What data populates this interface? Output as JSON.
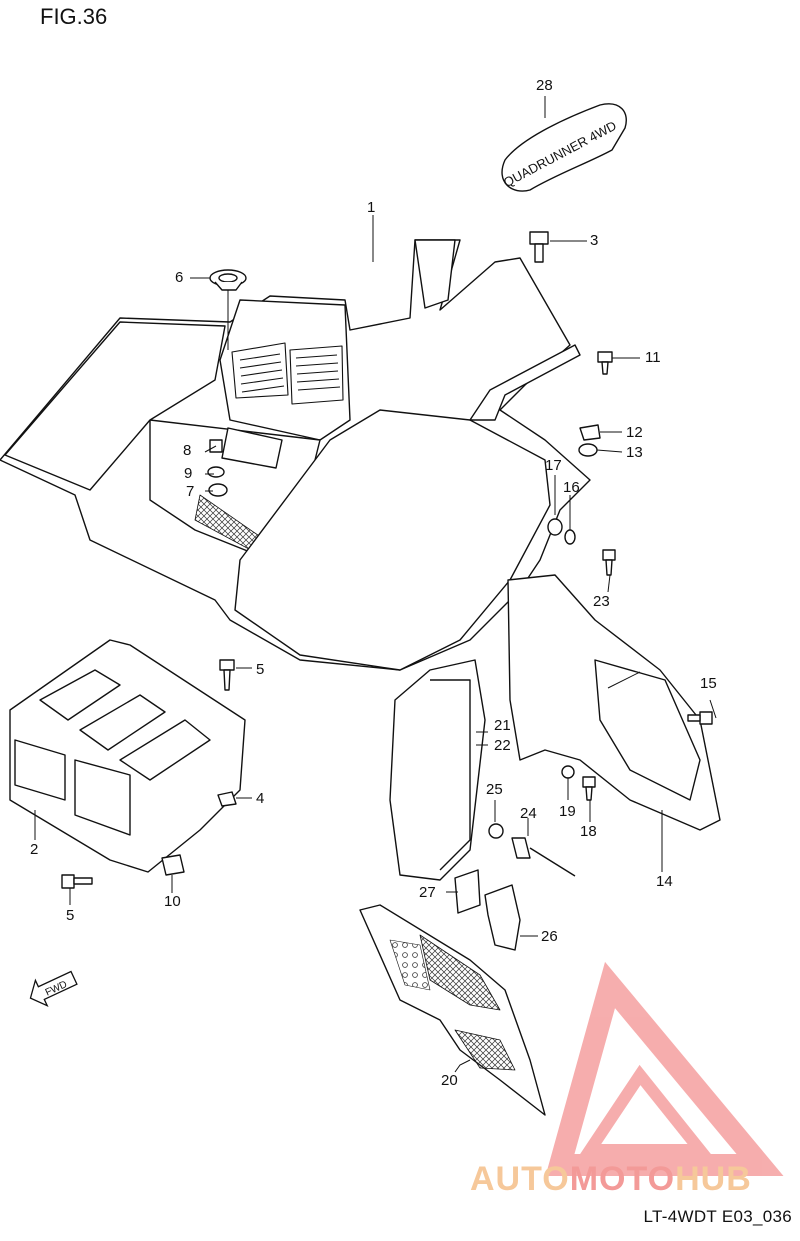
{
  "figure": {
    "title": "FIG.36",
    "code": "LT-4WDT E03_036"
  },
  "fwd_label": "FWD",
  "emblem_text": "QUADRUNNER 4WD",
  "watermark": {
    "part1": "AUTO",
    "part2": "MOTO",
    "part3": "HUB",
    "color_orange": "#f6c89a",
    "color_pink": "#f39a98"
  },
  "parts": [
    {
      "id": "p1",
      "label": "1"
    },
    {
      "id": "p2",
      "label": "2"
    },
    {
      "id": "p3",
      "label": "3"
    },
    {
      "id": "p4",
      "label": "4"
    },
    {
      "id": "p5a",
      "label": "5"
    },
    {
      "id": "p5b",
      "label": "5"
    },
    {
      "id": "p6",
      "label": "6"
    },
    {
      "id": "p7",
      "label": "7"
    },
    {
      "id": "p8",
      "label": "8"
    },
    {
      "id": "p9",
      "label": "9"
    },
    {
      "id": "p10",
      "label": "10"
    },
    {
      "id": "p11",
      "label": "11"
    },
    {
      "id": "p12",
      "label": "12"
    },
    {
      "id": "p13",
      "label": "13"
    },
    {
      "id": "p14",
      "label": "14"
    },
    {
      "id": "p15",
      "label": "15"
    },
    {
      "id": "p16",
      "label": "16"
    },
    {
      "id": "p17",
      "label": "17"
    },
    {
      "id": "p18",
      "label": "18"
    },
    {
      "id": "p19",
      "label": "19"
    },
    {
      "id": "p20",
      "label": "20"
    },
    {
      "id": "p21",
      "label": "21"
    },
    {
      "id": "p22",
      "label": "22"
    },
    {
      "id": "p23",
      "label": "23"
    },
    {
      "id": "p24",
      "label": "24"
    },
    {
      "id": "p25",
      "label": "25"
    },
    {
      "id": "p26",
      "label": "26"
    },
    {
      "id": "p27",
      "label": "27"
    },
    {
      "id": "p28",
      "label": "28"
    }
  ]
}
